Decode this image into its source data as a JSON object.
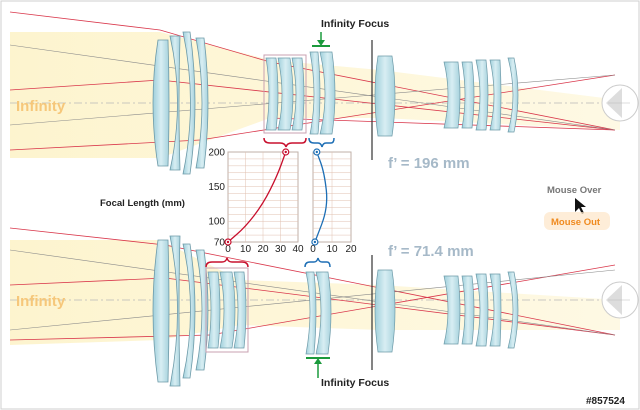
{
  "labels": {
    "infinity_top": "Infinity",
    "infinity_bottom": "Infinity",
    "infinity_focus_top": "Infinity Focus",
    "infinity_focus_bottom": "Infinity Focus",
    "focal_top": "f’ = 196 mm",
    "focal_bottom": "f’ = 71.4 mm",
    "focal_axis_label": "Focal Length (mm)",
    "mouse_over": "Mouse Over",
    "mouse_out": "Mouse Out",
    "watermark_id": "#857524"
  },
  "colors": {
    "lens_fill": "#b9dde6",
    "lens_stroke": "#6d9aa8",
    "ray_red": "#d9374b",
    "ray_gray": "#8a8a8a",
    "beam_yellow": "#fdf0b8",
    "infinity_text": "#f6c77a",
    "focal_text": "#a6b9c8",
    "bracket_red": "#c8102e",
    "bracket_blue": "#1e6fb5",
    "bracket_green": "#1b9a3c",
    "mouse_out_text": "#ef8a1f",
    "mouse_over_text": "#777777"
  },
  "chart_data": [
    {
      "type": "line",
      "y_ticks": [
        70,
        100,
        150,
        200
      ],
      "x_ticks": [
        0,
        10,
        20,
        30,
        40
      ],
      "ylim": [
        70,
        200
      ],
      "xlim": [
        0,
        40
      ],
      "series": [
        {
          "x": [
            0,
            10,
            20,
            28,
            33
          ],
          "y": [
            70,
            92,
            125,
            165,
            200
          ],
          "color": "#c8102e"
        }
      ]
    },
    {
      "type": "line",
      "x_ticks": [
        0,
        10,
        20
      ],
      "ylim": [
        70,
        200
      ],
      "xlim": [
        0,
        20
      ],
      "series": [
        {
          "x": [
            1,
            8,
            6,
            2
          ],
          "y": [
            70,
            120,
            170,
            200
          ],
          "color": "#1e6fb5"
        }
      ]
    }
  ]
}
